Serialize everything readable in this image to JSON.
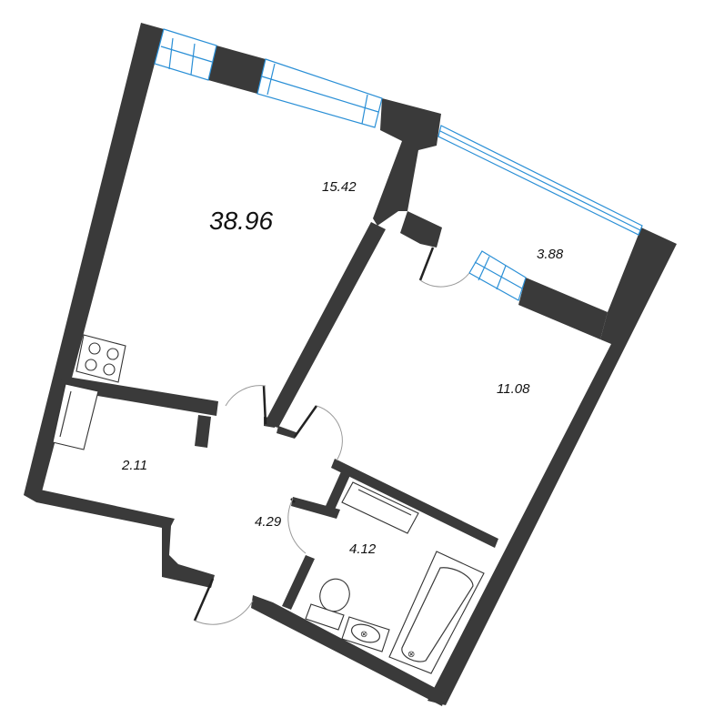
{
  "plan": {
    "total_area": "38.96",
    "rooms": [
      {
        "id": "living",
        "label": "15.42"
      },
      {
        "id": "balcony",
        "label": "3.88"
      },
      {
        "id": "bedroom",
        "label": "11.08"
      },
      {
        "id": "storage",
        "label": "2.11"
      },
      {
        "id": "hall",
        "label": "4.29"
      },
      {
        "id": "bathroom",
        "label": "4.12"
      }
    ],
    "colors": {
      "wall": "#3a3a3a",
      "window": "#2a8fd6",
      "door_arc": "#9a9a9a"
    }
  }
}
